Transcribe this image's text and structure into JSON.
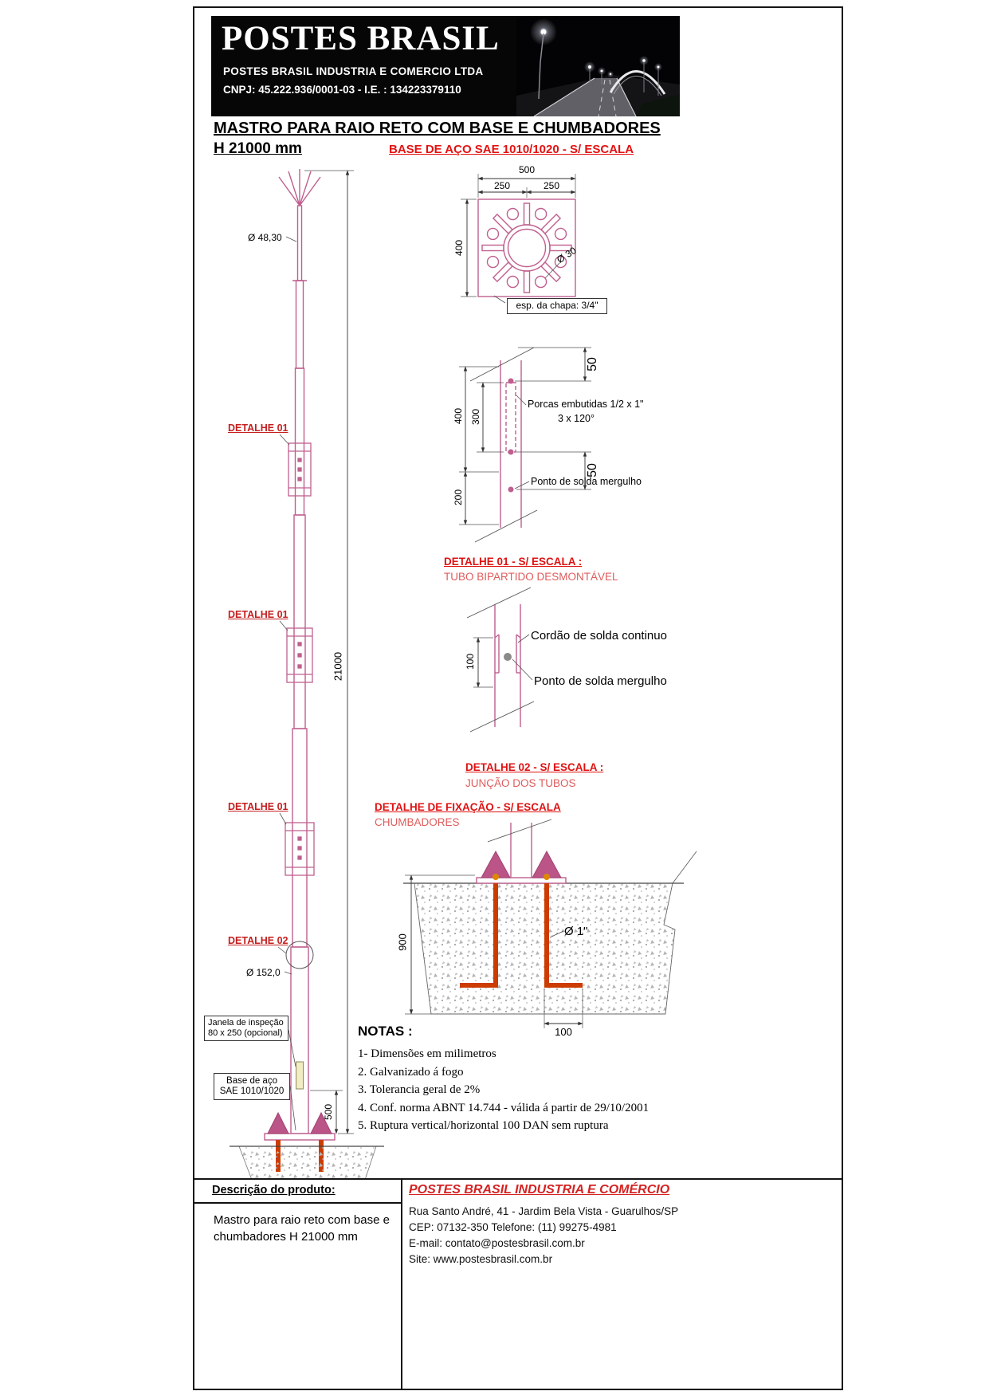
{
  "header": {
    "logo": "POSTES BRASIL",
    "company": "POSTES BRASIL INDUSTRIA E COMERCIO LTDA",
    "cnpj": "CNPJ: 45.222.936/0001-03 - I.E. : 134223379110"
  },
  "title": {
    "main": "MASTRO PARA RAIO RETO COM BASE E CHUMBADORES",
    "height": "H 21000 mm",
    "base_spec": "BASE DE AÇO SAE 1010/1020 - S/ ESCALA"
  },
  "mast": {
    "top_diameter": "Ø 48,30",
    "detail01_label": "DETALHE 01",
    "detail02_label": "DETALHE 02",
    "total_height": "21000",
    "bottom_diameter": "Ø 152,0",
    "inspection_line1": "Janela de inspeção",
    "inspection_line2": "80 x 250 (opcional)",
    "base_steel_line1": "Base de aço",
    "base_steel_line2": "SAE 1010/1020",
    "base_height": "500"
  },
  "base_plate": {
    "width": "500",
    "half_left": "250",
    "half_right": "250",
    "depth": "400",
    "hole_diameter": "Ø 30",
    "thickness": "esp. da chapa: 3/4\""
  },
  "detail01": {
    "title": "DETALHE 01 - S/ ESCALA :",
    "subtitle": "TUBO BIPARTIDO DESMONTÁVEL",
    "dim_400": "400",
    "dim_300": "300",
    "dim_200": "200",
    "dim_50_top": "50",
    "dim_50_bottom": "50",
    "nuts_label": "Porcas embutidas 1/2 x 1\"",
    "nuts_angle": "3 x 120°",
    "weld_spot": "Ponto de solda mergulho"
  },
  "detail02": {
    "title": "DETALHE 02 - S/ ESCALA :",
    "subtitle": "JUNÇÃO DOS TUBOS",
    "weld_continuous": "Cordão de solda continuo",
    "weld_spot": "Ponto de solda mergulho",
    "dim_100": "100"
  },
  "fixation": {
    "title": "DETALHE DE FIXAÇÃO - S/ ESCALA",
    "subtitle": "CHUMBADORES",
    "depth": "900",
    "bolt_diameter": "Ø 1\"",
    "leg_length": "100"
  },
  "notes": {
    "title": "NOTAS :",
    "items": [
      "1- Dimensões em milimetros",
      "2. Galvanizado á fogo",
      "3. Tolerancia geral de 2%",
      "4. Conf. norma ABNT 14.744 - válida á partir de 29/10/2001",
      "5. Ruptura vertical/horizontal 100 DAN sem ruptura"
    ]
  },
  "footer": {
    "description_title": "Descrição do produto:",
    "description": "Mastro para raio reto com base e chumbadores H 21000 mm",
    "company": "POSTES BRASIL INDUSTRIA E COMÉRCIO",
    "address": "Rua Santo André, 41 - Jardim Bela Vista - Guarulhos/SP",
    "cep_phone": "CEP: 07132-350 Telefone: (11) 99275-4981",
    "email": "E-mail: contato@postesbrasil.com.br",
    "site": "Site: www.postesbrasil.com.br"
  },
  "colors": {
    "drawing_pink": "#bf5f8f",
    "label_red": "#c51f1f",
    "title_red": "#e31212",
    "bolt_orange": "#cc3c00"
  }
}
